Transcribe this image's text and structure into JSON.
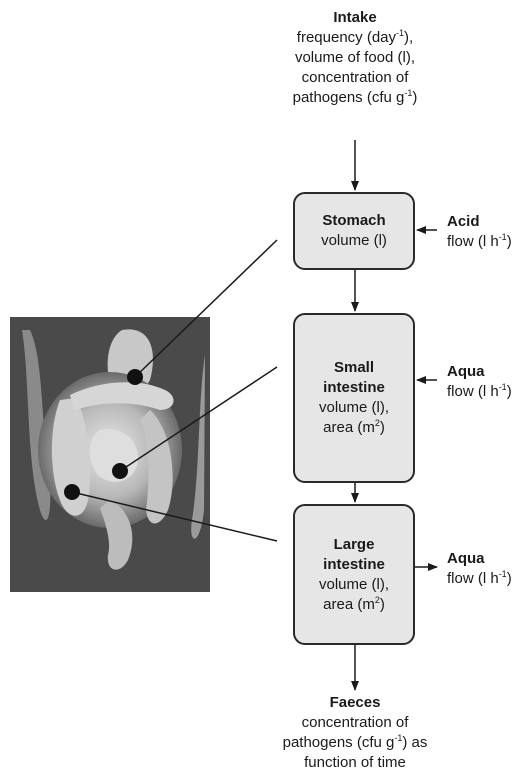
{
  "intake": {
    "title": "Intake",
    "line1_pre": "frequency (day",
    "line1_sup": "-1",
    "line1_post": "),",
    "line2": "volume of food (l),",
    "line3": "concentration of",
    "line4_pre": "pathogens (cfu g",
    "line4_sup": "-1",
    "line4_post": ")"
  },
  "stomach": {
    "title": "Stomach",
    "line1": "volume (l)"
  },
  "small_intestine": {
    "title1": "Small",
    "title2": "intestine",
    "line1": "volume (l),",
    "line2_pre": "area (m",
    "line2_sup": "2",
    "line2_post": ")"
  },
  "large_intestine": {
    "title1": "Large",
    "title2": "intestine",
    "line1": "volume (l),",
    "line2_pre": "area (m",
    "line2_sup": "2",
    "line2_post": ")"
  },
  "acid": {
    "title": "Acid",
    "flow_pre": "flow (l h",
    "flow_sup": "-1",
    "flow_post": ")"
  },
  "aqua_in": {
    "title": "Aqua",
    "flow_pre": "flow (l h",
    "flow_sup": "-1",
    "flow_post": ")"
  },
  "aqua_out": {
    "title": "Aqua",
    "flow_pre": "flow (l h",
    "flow_sup": "-1",
    "flow_post": ")"
  },
  "faeces": {
    "title": "Faeces",
    "line1": "concentration of",
    "line2_pre": "pathogens (cfu g",
    "line2_sup": "-1",
    "line2_post": ") as",
    "line3": "function of time"
  }
}
